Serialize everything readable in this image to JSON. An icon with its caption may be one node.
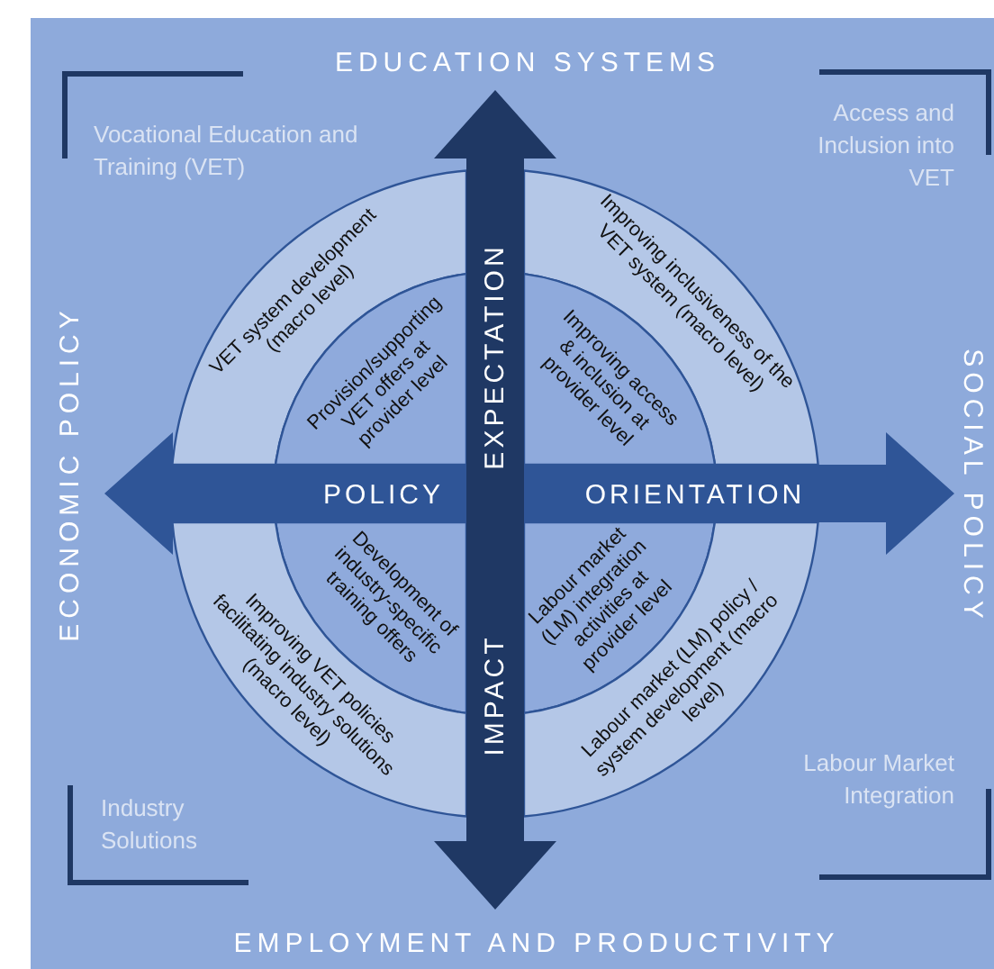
{
  "diagram": {
    "nodes": [
      {
        "text": [
          "VET system development (macro level)"
        ]
      },
      {
        "text": [
          "Improving inclusiveness of the VET system (macro level)"
        ]
      },
      {
        "text": [
          "Provision/supporting VET offers at provider level"
        ]
      },
      {
        "text": [
          "Improving access & inclusion at provider level"
        ]
      },
      {
        "text": [
          "Development of industry-specific training offers"
        ]
      },
      {
        "text": [
          "Labour market (LM) integration activities at provider level"
        ]
      },
      {
        "text": [
          "Improving VET policies facilitating industry solutions (macro level)"
        ]
      },
      {
        "text": [
          "Labour market (LM) policy / system development (macro level)"
        ]
      },
      {
        "text": [
          "POLICY",
          "ORIENTATION"
        ]
      },
      {
        "text": [
          "EXPECTATION",
          "IMPACT"
        ]
      }
    ],
    "labels": [
      "EDUCATION SYSTEMS",
      "Vocational Education and Training (VET)",
      "Access and Inclusion into VET",
      "ECONOMIC POLICY",
      "SOCIAL POLICY",
      "Industry Solutions",
      "Labour Market Integration",
      "EMPLOYMENT AND PRODUCTIVITY"
    ]
  }
}
